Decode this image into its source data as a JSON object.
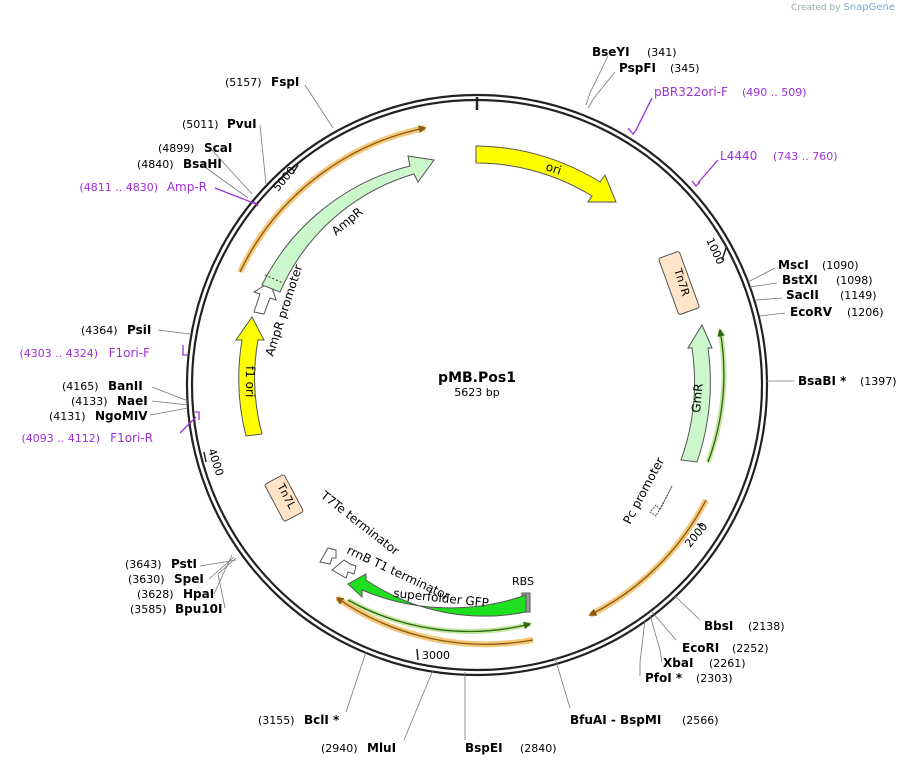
{
  "branding": {
    "created_by": "Created by",
    "app": "SnapGene"
  },
  "plasmid": {
    "name": "pMB.Pos1",
    "length": "5623 bp"
  },
  "ruler": [
    {
      "label": "1000"
    },
    {
      "label": "2000"
    },
    {
      "label": "3000"
    },
    {
      "label": "4000"
    },
    {
      "label": "5000"
    }
  ],
  "features": [
    {
      "name": "ori",
      "kind": "rep_origin",
      "color": "#ffff00"
    },
    {
      "name": "Tn7R",
      "kind": "misc",
      "color": "#ffe4c7"
    },
    {
      "name": "GmR",
      "kind": "cds",
      "color": "#ccf7cc"
    },
    {
      "name": "Pc promoter",
      "kind": "promoter",
      "color": "#ffffff"
    },
    {
      "name": "RBS",
      "kind": "rbs",
      "color": "#999999"
    },
    {
      "name": "superfolder GFP",
      "kind": "cds",
      "color": "#1fe01f"
    },
    {
      "name": "rrnB T1 terminator",
      "kind": "terminator",
      "color": "#ffffff"
    },
    {
      "name": "T7Te terminator",
      "kind": "terminator",
      "color": "#ffffff"
    },
    {
      "name": "Tn7L",
      "kind": "misc",
      "color": "#ffe4c7"
    },
    {
      "name": "f1 ori",
      "kind": "rep_origin",
      "color": "#ffff00"
    },
    {
      "name": "AmpR promoter",
      "kind": "promoter",
      "color": "#ffffff"
    },
    {
      "name": "AmpR",
      "kind": "cds",
      "color": "#ccf7cc"
    }
  ],
  "primers": [
    {
      "name": "pBR322ori-F",
      "range": "(490 .. 509)"
    },
    {
      "name": "L4440",
      "range": "(743 .. 760)"
    },
    {
      "name": "F1ori-F",
      "range": "(4303 .. 4324)"
    },
    {
      "name": "F1ori-R",
      "range": "(4093 .. 4112)"
    },
    {
      "name": "Amp-R",
      "range": "(4811 .. 4830)"
    }
  ],
  "sites": [
    {
      "name": "BseYI",
      "pos": "(341)"
    },
    {
      "name": "PspFI",
      "pos": "(345)"
    },
    {
      "name": "MscI",
      "pos": "(1090)"
    },
    {
      "name": "BstXI",
      "pos": "(1098)"
    },
    {
      "name": "SacII",
      "pos": "(1149)"
    },
    {
      "name": "EcoRV",
      "pos": "(1206)"
    },
    {
      "name": "BsaBI *",
      "pos": "(1397)"
    },
    {
      "name": "BbsI",
      "pos": "(2138)"
    },
    {
      "name": "EcoRI",
      "pos": "(2252)"
    },
    {
      "name": "XbaI",
      "pos": "(2261)"
    },
    {
      "name": "PfoI *",
      "pos": "(2303)"
    },
    {
      "name": "BfuAI  -  BspMI",
      "pos": "(2566)"
    },
    {
      "name": "BspEI",
      "pos": "(2840)"
    },
    {
      "name": "MluI",
      "pos": "(2940)"
    },
    {
      "name": "BclI *",
      "pos": "(3155)"
    },
    {
      "name": "Bpu10I",
      "pos": "(3585)"
    },
    {
      "name": "HpaI",
      "pos": "(3628)"
    },
    {
      "name": "SpeI",
      "pos": "(3630)"
    },
    {
      "name": "PstI",
      "pos": "(3643)"
    },
    {
      "name": "NgoMIV",
      "pos": "(4131)"
    },
    {
      "name": "NaeI",
      "pos": "(4133)"
    },
    {
      "name": "BanII",
      "pos": "(4165)"
    },
    {
      "name": "PsiI",
      "pos": "(4364)"
    },
    {
      "name": "BsaHI",
      "pos": "(4840)"
    },
    {
      "name": "ScaI",
      "pos": "(4899)"
    },
    {
      "name": "PvuI",
      "pos": "(5011)"
    },
    {
      "name": "FspI",
      "pos": "(5157)"
    }
  ],
  "colors": {
    "primer": "#9b30d9",
    "translation_arrow": "#f0a830",
    "backbone": "#222222"
  }
}
